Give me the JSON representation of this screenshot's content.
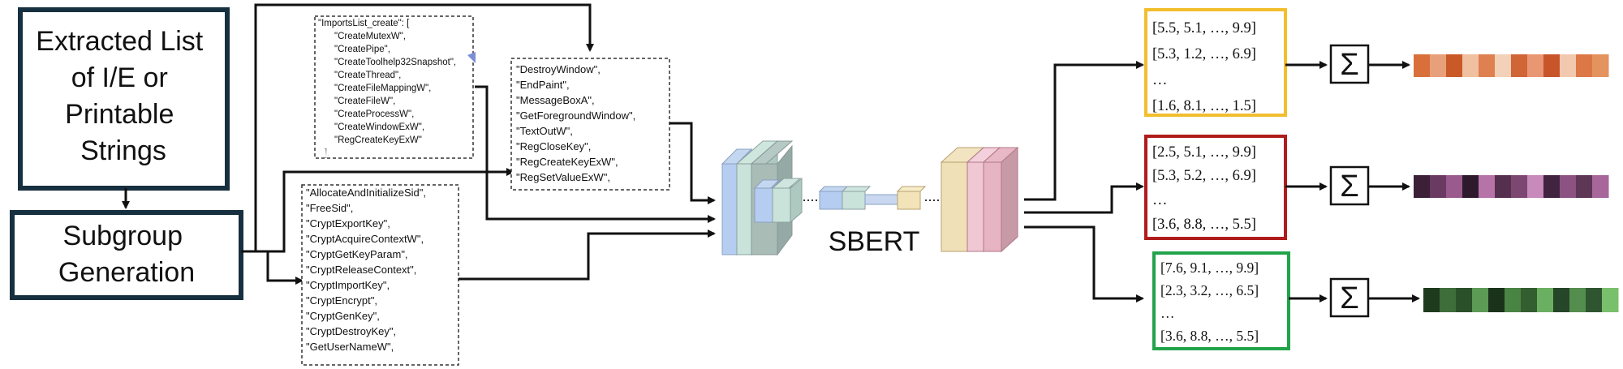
{
  "extracted_box": {
    "lines": [
      "Extracted List",
      "of I/E or",
      "Printable",
      "Strings"
    ]
  },
  "subgroup_box": {
    "lines": [
      "Subgroup",
      "Generation"
    ]
  },
  "list_top": {
    "lines": [
      "\"ImportsList_create\": [",
      "\"CreateMutexW\",",
      "\"CreatePipe\",",
      "\"CreateToolhelp32Snapshot\",",
      "\"CreateThread\",",
      "\"CreateFileMappingW\",",
      "\"CreateFileW\",",
      "\"CreateProcessW\",",
      "\"CreateWindowExW\",",
      "\"RegCreateKeyExW\"",
      "],"
    ]
  },
  "list_mid": {
    "lines": [
      "\"DestroyWindow\",",
      "\"EndPaint\",",
      "\"MessageBoxA\",",
      "\"GetForegroundWindow\",",
      "\"TextOutW\",",
      "\"RegCloseKey\",",
      "\"RegCreateKeyExW\",",
      "\"RegSetValueExW\","
    ]
  },
  "list_bottom": {
    "lines": [
      "\"AllocateAndInitializeSid\",",
      "\"FreeSid\",",
      "\"CryptExportKey\",",
      "\"CryptAcquireContextW\",",
      "\"CryptGetKeyParam\",",
      "\"CryptReleaseContext\",",
      "\"CryptImportKey\",",
      "\"CryptEncrypt\",",
      "\"CryptGenKey\",",
      "\"CryptDestroyKey\",",
      "\"GetUserNameW\","
    ]
  },
  "model_label": "SBERT",
  "embeddings": [
    {
      "lines": [
        "[5.5, 5.1, …, 9.9]",
        "[5.3, 1.2, …, 6.9]",
        "…",
        "[1.6, 8.1, …, 1.5]"
      ],
      "border": "#F2BE2E"
    },
    {
      "lines": [
        "[2.5, 5.1, …, 9.9]",
        "[5.3, 5.2, …, 6.9]",
        "…",
        "[3.6, 8.8, …, 5.5]"
      ],
      "border": "#B01C1C"
    },
    {
      "lines": [
        "[7.6, 9.1, …, 9.9]",
        "[2.3, 3.2, …, 6.5]",
        "…",
        "[3.6, 8.8, …, 5.5]"
      ],
      "border": "#22A34A"
    }
  ],
  "sum_symbol": "Σ",
  "colors": {
    "box_border": "#17303F",
    "orange_strip": [
      "#D9703C",
      "#E8A07A",
      "#C95A28",
      "#F0C0A0",
      "#DE8050",
      "#F3D0B8",
      "#D06535",
      "#E99672",
      "#C8542A",
      "#F2C8AE",
      "#DC7846",
      "#E4925E"
    ],
    "purple_strip": [
      "#3B2038",
      "#6A3A62",
      "#9A5A8E",
      "#2E1A2C",
      "#B673A8",
      "#54304E",
      "#7C4872",
      "#C889BB",
      "#412440",
      "#8C5382",
      "#5E3656",
      "#A7679A"
    ],
    "green_strip": [
      "#1E3B1E",
      "#3E6E3A",
      "#2A502A",
      "#5C9A55",
      "#1A321A",
      "#4A8444",
      "#335E30",
      "#6BB062",
      "#26462A",
      "#548E4E",
      "#2E5530",
      "#78C06C"
    ]
  }
}
